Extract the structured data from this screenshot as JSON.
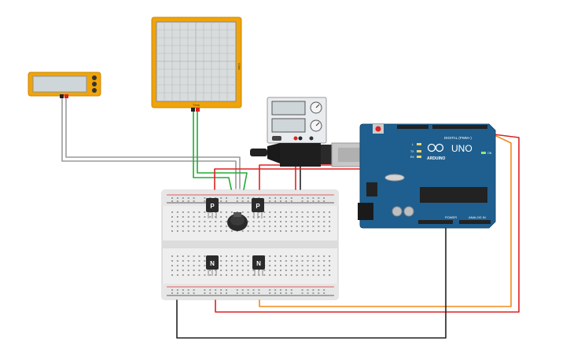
{
  "canvas": {
    "background": "#ffffff"
  },
  "multimeter": {
    "display_value": "",
    "accent": "#f0a30a"
  },
  "oscilloscope": {
    "side_label": "V/div",
    "bottom_label": "T/ms",
    "accent": "#f0a30a"
  },
  "power_supply": {
    "label": ""
  },
  "arduino": {
    "brand": "ARDUINO",
    "model": "UNO",
    "digital_label": "DIGITAL (PWM~)",
    "power_label": "POWER",
    "analog_label": "ANALOG IN",
    "on_label": "ON",
    "l_label": "L",
    "tx_label": "TX",
    "rx_label": "RX",
    "board_color": "#1e5f8f"
  },
  "transistors": {
    "p_label": "P",
    "n_label": "N"
  },
  "wire_colors": {
    "red": "#e02020",
    "black": "#222222",
    "green": "#22aa33",
    "gray": "#9a9a9a",
    "orange": "#f08a1c",
    "purple": "#7a3fb0"
  }
}
